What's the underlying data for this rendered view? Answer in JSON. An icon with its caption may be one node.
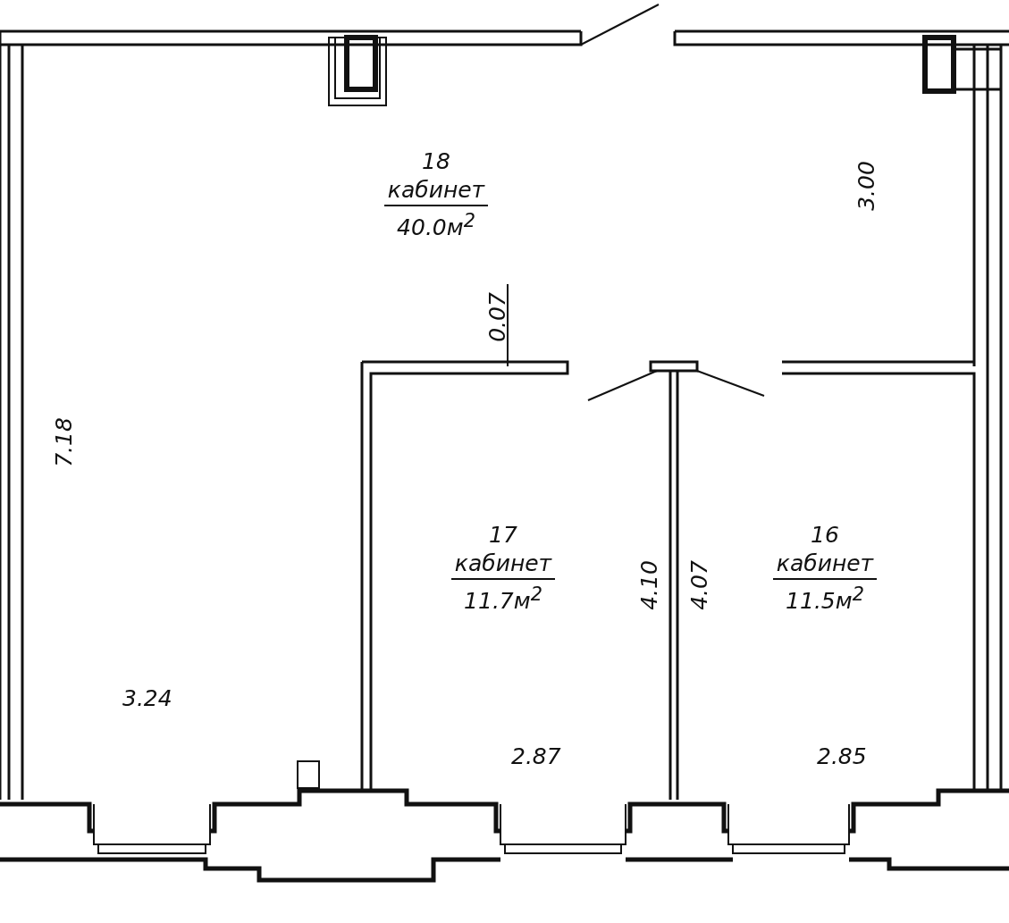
{
  "diagram": {
    "nodes": [
      {
        "text": [
          "18",
          "кабинет",
          "40.0м$^{2}$"
        ]
      },
      {
        "text": [
          "17",
          "кабинет",
          "11.7м$^{2}$"
        ]
      },
      {
        "text": [
          "16",
          "кабинет",
          "11.5м$^{2}$"
        ]
      }
    ],
    "labels": [
      "3.00",
      "0.07",
      "7.18",
      "4.10",
      "4.07",
      "3.24",
      "2.87",
      "2.85"
    ]
  }
}
